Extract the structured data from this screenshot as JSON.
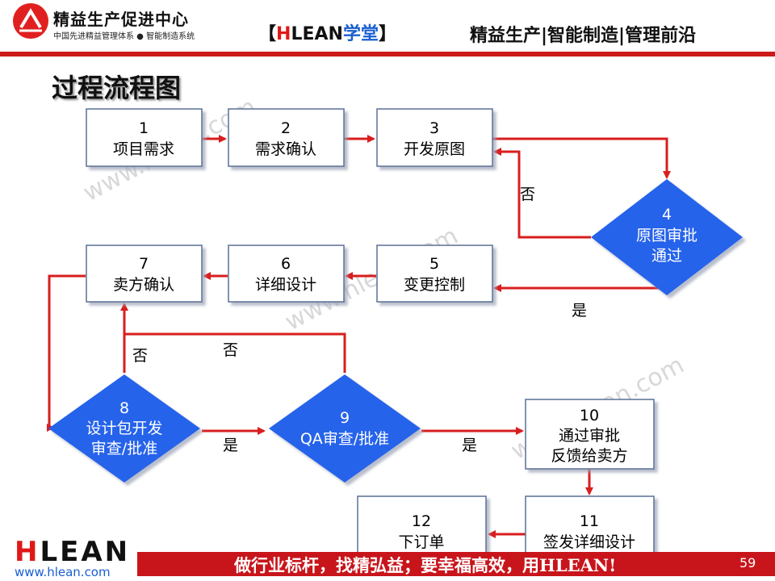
{
  "header": {
    "org_name": "精益生产促进中心",
    "org_sub": "中国先进精益管理体系 ● 智能制造系统",
    "brand_open": "【",
    "brand_h": "H",
    "brand_lean": "LEAN",
    "brand_school": "学堂",
    "brand_close": "】",
    "tagline": "精益生产|智能制造|管理前沿"
  },
  "page_title": "过程流程图",
  "watermark": "www.hlean.com",
  "colors": {
    "accent": "#cc1a1a",
    "diamond": "#2563eb",
    "box_border": "#5a6f96"
  },
  "flow": {
    "steps": [
      {
        "num": "1",
        "line1": "项目需求",
        "line2": ""
      },
      {
        "num": "2",
        "line1": "需求确认",
        "line2": ""
      },
      {
        "num": "3",
        "line1": "开发原图",
        "line2": ""
      },
      {
        "num": "4",
        "line1": "原图审批",
        "line2": "通过"
      },
      {
        "num": "5",
        "line1": "变更控制",
        "line2": ""
      },
      {
        "num": "6",
        "line1": "详细设计",
        "line2": ""
      },
      {
        "num": "7",
        "line1": "卖方确认",
        "line2": ""
      },
      {
        "num": "8",
        "line1": "设计包开发",
        "line2": "审查/批准"
      },
      {
        "num": "9",
        "line1": "QA审查/批准",
        "line2": ""
      },
      {
        "num": "10",
        "line1": "通过审批",
        "line2": "反馈给卖方"
      },
      {
        "num": "11",
        "line1": "签发详细设计",
        "line2": ""
      },
      {
        "num": "12",
        "line1": "下订单",
        "line2": ""
      }
    ],
    "labels": {
      "no": "否",
      "yes": "是"
    }
  },
  "footer": {
    "logo_h": "H",
    "logo_rest": "LEAN",
    "url": "www.hlean.com",
    "slogan": "做行业标杆，找精弘益；要幸福高效，用HLEAN!",
    "page_number": "59"
  }
}
